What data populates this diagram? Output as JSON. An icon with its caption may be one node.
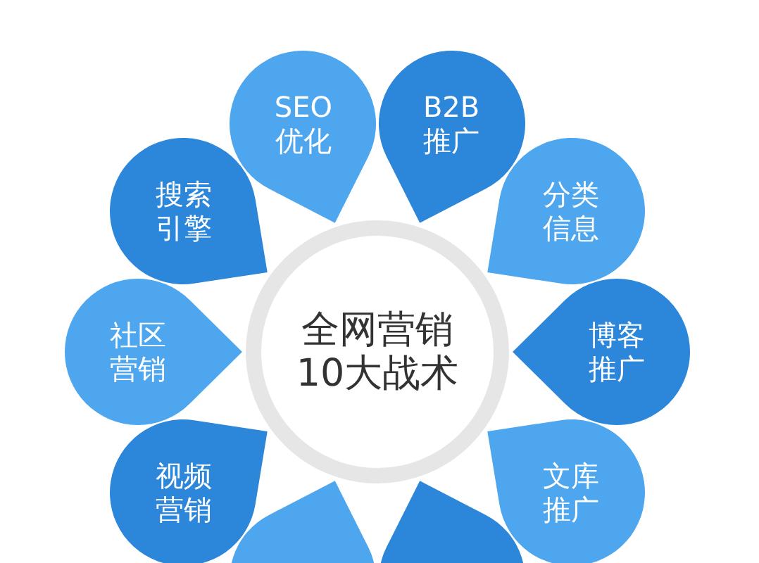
{
  "diagram": {
    "nodes": [
      {
        "text": [
          "全网营销10大战术"
        ]
      },
      {
        "text": [
          "SEO优化"
        ]
      },
      {
        "text": [
          "B2B推广"
        ]
      },
      {
        "text": [
          "分类信息"
        ]
      },
      {
        "text": [
          "博客推广"
        ]
      },
      {
        "text": [
          "文库推广"
        ]
      },
      {
        "text": [],
        "shape": "drop"
      },
      {
        "text": [],
        "shape": "drop"
      },
      {
        "text": [
          "视频营销"
        ]
      },
      {
        "text": [
          "社区营销"
        ]
      },
      {
        "text": [
          "搜索引擎"
        ]
      }
    ],
    "edges": []
  }
}
